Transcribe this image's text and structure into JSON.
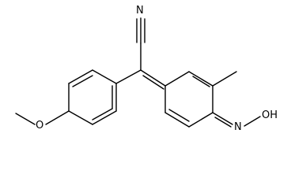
{
  "molecule": {
    "atoms": [
      {
        "id": "N_nitrile",
        "label": "N"
      },
      {
        "id": "O_methoxy",
        "label": "O"
      },
      {
        "id": "N_oxime",
        "label": "N"
      },
      {
        "id": "O_oxime",
        "label": "OH"
      }
    ]
  },
  "colors": {
    "bond": "#000000",
    "background": "#ffffff"
  }
}
